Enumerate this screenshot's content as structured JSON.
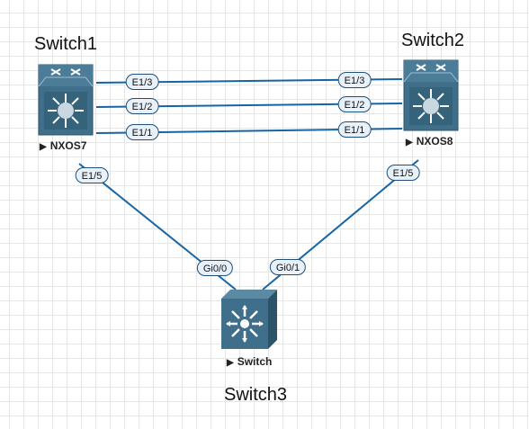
{
  "nodes": [
    {
      "id": "switch1",
      "title": "Switch1",
      "label": "NXOS7",
      "type": "nexus-switch"
    },
    {
      "id": "switch2",
      "title": "Switch2",
      "label": "NXOS8",
      "type": "nexus-switch"
    },
    {
      "id": "switch3",
      "title": "Switch3",
      "label": "Switch",
      "type": "layer3-switch"
    }
  ],
  "links": [
    {
      "from": "switch1",
      "to": "switch2",
      "from_port": "E1/3",
      "to_port": "E1/3"
    },
    {
      "from": "switch1",
      "to": "switch2",
      "from_port": "E1/2",
      "to_port": "E1/2"
    },
    {
      "from": "switch1",
      "to": "switch2",
      "from_port": "E1/1",
      "to_port": "E1/1"
    },
    {
      "from": "switch1",
      "to": "switch3",
      "from_port": "E1/5",
      "to_port": "Gi0/0"
    },
    {
      "from": "switch2",
      "to": "switch3",
      "from_port": "E1/5",
      "to_port": "Gi0/1"
    }
  ],
  "colors": {
    "link": "#1565a6",
    "device_fill": "#3f6f8a",
    "device_dark": "#2c5469",
    "port_border": "#1f4e79"
  }
}
